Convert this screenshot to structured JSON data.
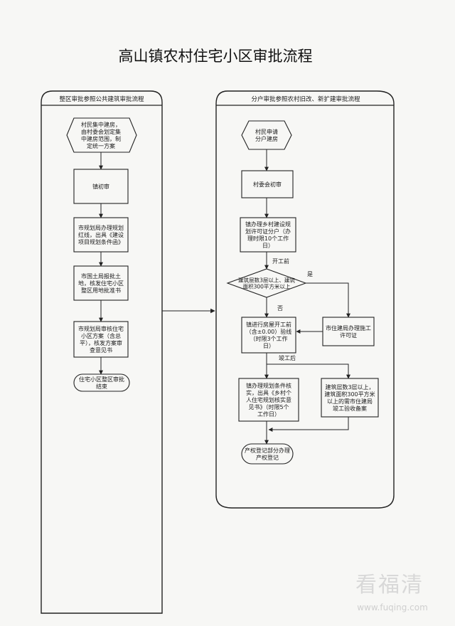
{
  "title": "高山镇农村住宅小区审批流程",
  "left_panel": {
    "header": "整区审批参照公共建筑审批流程",
    "nodes": [
      [
        "村民集中建房，",
        "由村委会划定集",
        "中建房范围，制",
        "定统一方案"
      ],
      [
        "镇初审"
      ],
      [
        "市规划局办理规划",
        "红线，出具《建设",
        "项目规划条件函》"
      ],
      [
        "市国土局报批土",
        "地，核发住宅小区",
        "整区用地批准书"
      ],
      [
        "市规划局审核住宅",
        "小区方案（含总",
        "平），核发方案审",
        "查意见书"
      ],
      [
        "住宅小区整区审批",
        "结束"
      ]
    ]
  },
  "right_panel": {
    "header": "分户审批参照农村旧改、新扩建审批流程",
    "nodes": [
      [
        "村民申请",
        "分户建房"
      ],
      [
        "村委会初审"
      ],
      [
        "镇办理乡村建设规",
        "划许可证分户（办",
        "理时限10个工作",
        "日）"
      ],
      [
        "建筑层数3层以上、建筑",
        "面积300平方米以上"
      ],
      [
        "镇进行房屋开工前",
        "（含±0.00）验线",
        "（时限3个工作",
        "日）"
      ],
      [
        "市住建局办理施工",
        "许可证"
      ],
      [
        "镇办理规划条件核",
        "实，出具《乡村个",
        "人住宅规划核实意",
        "见书》（时限5个",
        "工作日）"
      ],
      [
        "建筑层数3层以上，",
        "建筑面积300平方米",
        "以上的需市住建局",
        "竣工验收备案"
      ],
      [
        "产权登记部分办理",
        "产权登记"
      ]
    ],
    "labels": {
      "start_work": "开工前",
      "yes": "是",
      "no": "否",
      "completion": "竣工后"
    }
  },
  "watermark": {
    "big": "看福清",
    "small": "www.fuqing.com"
  }
}
